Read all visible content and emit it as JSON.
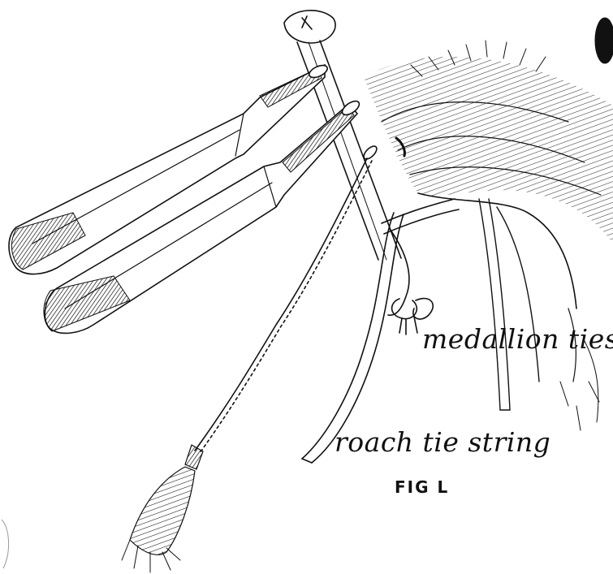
{
  "labels": {
    "medallion_ties": "medallion ties",
    "roach_tie_string": "roach tie string",
    "figure_caption": "FIG L"
  },
  "colors": {
    "ink": "#111111",
    "paper": "#ffffff"
  }
}
